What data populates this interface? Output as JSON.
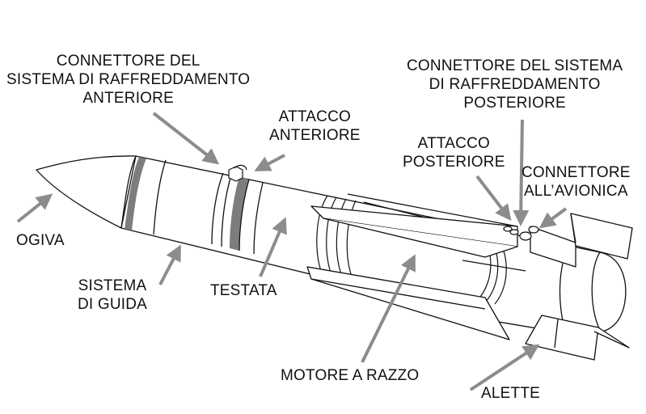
{
  "diagram": {
    "labels": {
      "front_cooling_connector": [
        "CONNETTORE DEL",
        "SISTEMA DI RAFFREDDAMENTO",
        "ANTERIORE"
      ],
      "front_attachment": [
        "ATTACCO",
        "ANTERIORE"
      ],
      "rear_cooling_connector": [
        "CONNETTORE DEL SISTEMA",
        "DI RAFFREDDAMENTO",
        "POSTERIORE"
      ],
      "rear_attachment": [
        "ATTACCO",
        "POSTERIORE"
      ],
      "avionics_connector": [
        "CONNETTORE",
        "ALL’AVIONICA"
      ],
      "nose": "OGIVA",
      "guidance": [
        "SISTEMA",
        "DI GUIDA"
      ],
      "warhead": "TESTATA",
      "rocket_motor": "MOTORE A RAZZO",
      "fins": "ALETTE"
    },
    "colors": {
      "outline": "#111111",
      "band": "#7d7d7d",
      "arrow": "#8c8c8c",
      "text": "#111111"
    }
  }
}
